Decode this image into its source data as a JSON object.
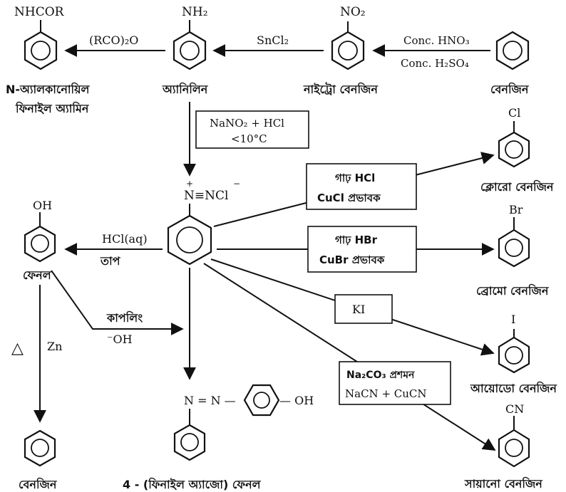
{
  "compounds": {
    "n_alkanoyl": {
      "substituent": "NHCOR",
      "name_line1": "N-অ্যালকানোয়িল",
      "name_line2": "ফিনাইল অ্যামিন"
    },
    "aniline": {
      "substituent": "NH₂",
      "name": "অ্যানিলিন"
    },
    "nitrobenzene": {
      "substituent": "NO₂",
      "name": "নাইট্রো বেনজিন"
    },
    "benzene_start": {
      "name": "বেনজিন"
    },
    "diazonium": {
      "substituent": "N≡NCl",
      "plus": "+",
      "minus": "−"
    },
    "phenol": {
      "substituent": "OH",
      "name": "ফেনল"
    },
    "chlorobenzene": {
      "substituent": "Cl",
      "name": "ক্লোরো বেনজিন"
    },
    "bromobenzene": {
      "substituent": "Br",
      "name": "ব্রোমো বেনজিন"
    },
    "iodobenzene": {
      "substituent": "I",
      "name": "আয়োডো বেনজিন"
    },
    "cyanobenzene": {
      "substituent": "CN",
      "name": "সায়ানো বেনজিন"
    },
    "azo": {
      "azo_text": "N = N —",
      "oh": "— OH",
      "name": "4 - (ফিনাইল অ্যাজো) ফেনল"
    },
    "benzene_end": {
      "name": "বেনজিন"
    }
  },
  "reagents": {
    "acylation": "(RCO)₂O",
    "reduction": "SnCl₂",
    "nitration_1": "Conc. HNO₃",
    "nitration_2": "Conc. H₂SO₄",
    "diazotization_1": "NaNO₂ + HCl",
    "diazotization_2": "<10°C",
    "chloro_1": "গাঢ় HCl",
    "chloro_2": "CuCl প্রভাবক",
    "bromo_1": "গাঢ় HBr",
    "bromo_2": "CuBr প্রভাবক",
    "iodo": "KI",
    "cyano_1": "Na₂CO₃ প্রশমন",
    "cyano_2": "NaCN + CuCN",
    "hydrolysis_1": "HCl(aq)",
    "hydrolysis_2": "তাপ",
    "coupling_1": "কাপলিং",
    "coupling_2": "⁻OH",
    "zn_heat": "△",
    "zn": "Zn"
  }
}
